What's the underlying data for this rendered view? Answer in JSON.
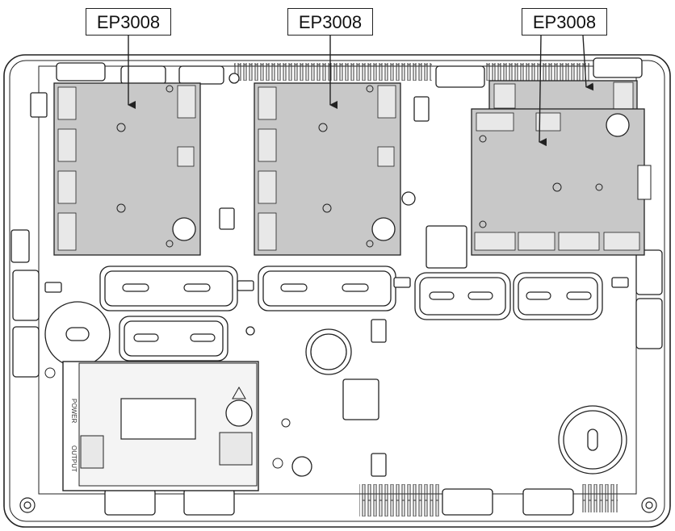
{
  "callouts": [
    {
      "label": "EP3008"
    },
    {
      "label": "EP3008"
    },
    {
      "label": "EP3008"
    }
  ],
  "psu": {
    "power_label": "POWER",
    "output_label": "OUTPUT"
  },
  "colors": {
    "board_fill": "#c8c8c8",
    "line": "#222222",
    "background": "#ffffff"
  }
}
